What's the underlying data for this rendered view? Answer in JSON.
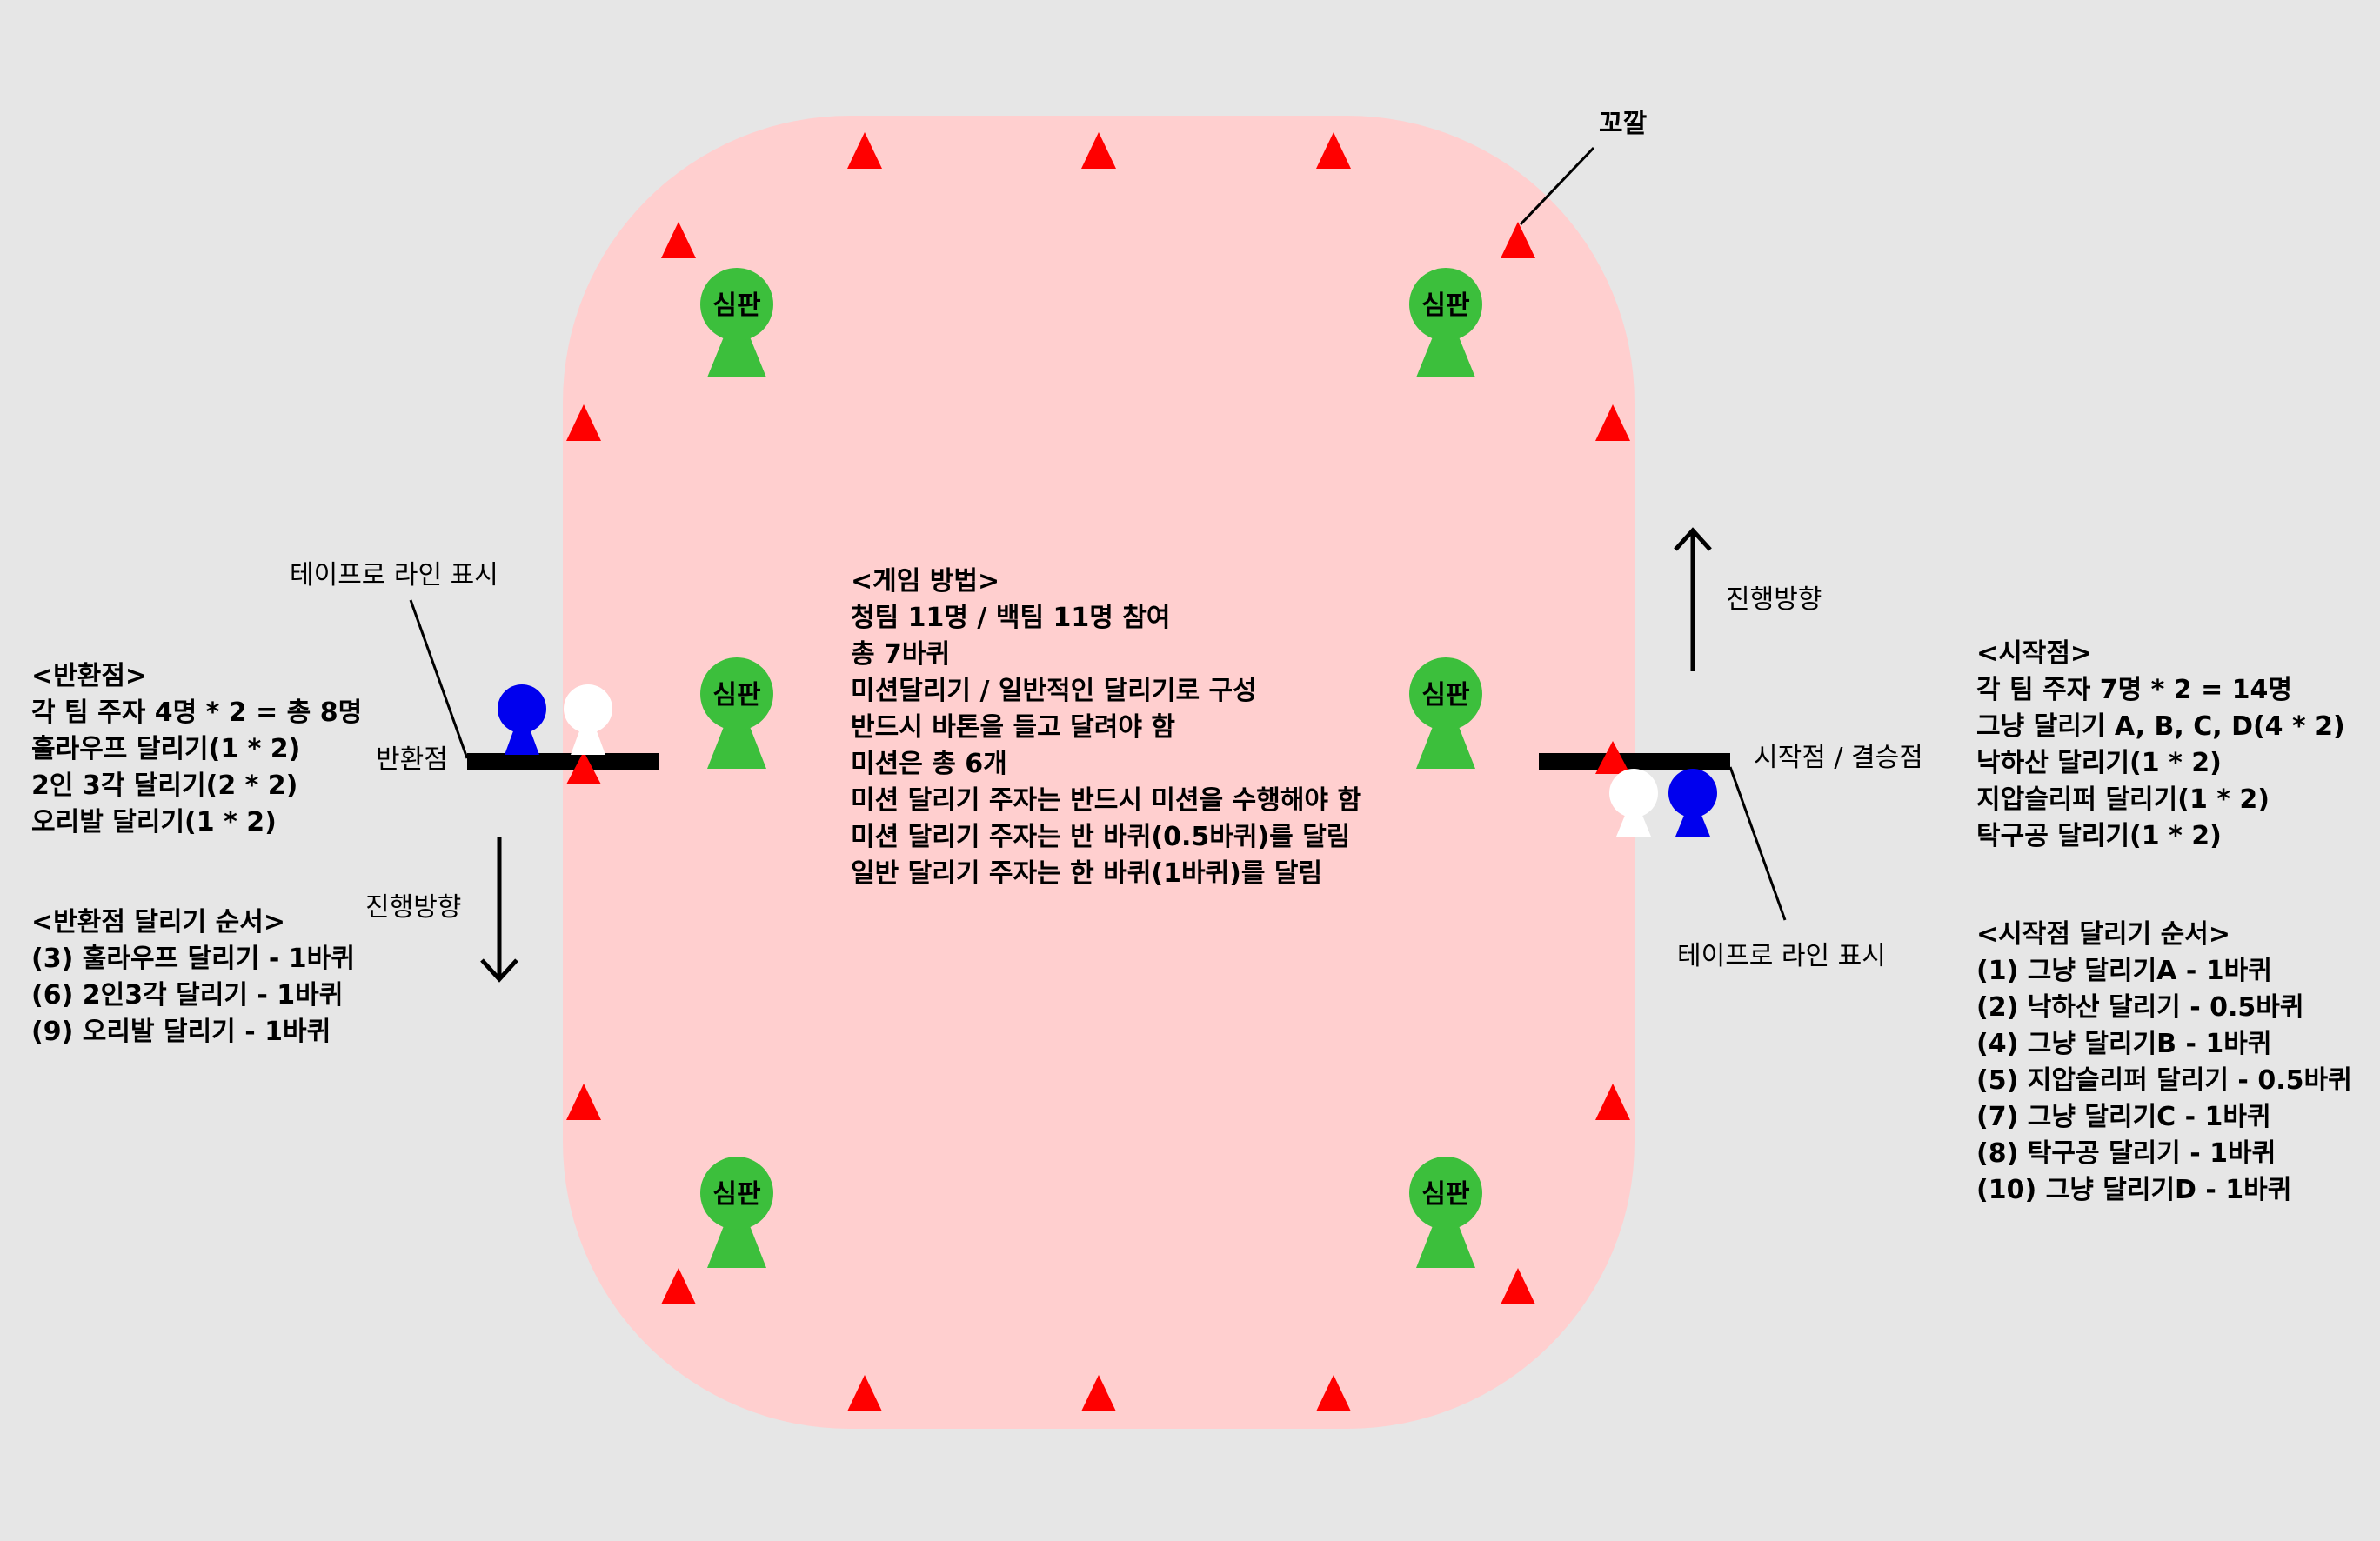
{
  "referee_label": "심판",
  "flag_label": "꼬깔",
  "tape_label_left": "테이프로 라인 표시",
  "tape_label_right": "테이프로 라인 표시",
  "direction_left": "진행방향",
  "direction_right": "진행방향",
  "return_point_label": "반환점",
  "start_finish_label": "시작점 / 결승점",
  "colors": {
    "field": "#ffcfcf",
    "cone": "#ff0000",
    "referee": "#3cbf3c",
    "blue_team": "#0000ee",
    "white_team": "#ffffff",
    "line": "#000000",
    "background": "#e6e6e6"
  },
  "icons": {
    "cone": "red-triangle-cone-icon",
    "referee": "green-person-icon",
    "runner": "person-marker-icon"
  },
  "game_rules": {
    "title": "<게임 방법>",
    "lines": [
      "청팀 11명 / 백팀 11명 참여",
      "총 7바퀴",
      "미션달리기 / 일반적인 달리기로 구성",
      "반드시 바톤을 들고 달려야 함",
      "미션은 총 6개",
      "미션 달리기 주자는 반드시 미션을 수행해야 함",
      "미션 달리기 주자는 반 바퀴(0.5바퀴)를 달림",
      "일반 달리기 주자는 한 바퀴(1바퀴)를 달림"
    ]
  },
  "return_point": {
    "title": "<반환점>",
    "lines": [
      "각 팀 주자 4명 * 2 = 총 8명",
      "훌라우프 달리기(1 * 2)",
      "2인 3각 달리기(2 * 2)",
      "오리발 달리기(1 * 2)"
    ]
  },
  "return_order": {
    "title": "<반환점 달리기 순서>",
    "lines": [
      "(3) 훌라우프 달리기 - 1바퀴",
      "(6) 2인3각 달리기 - 1바퀴",
      "(9) 오리발 달리기 - 1바퀴"
    ]
  },
  "start_point": {
    "title": "<시작점>",
    "lines": [
      "각 팀 주자 7명 * 2 = 14명",
      "그냥 달리기 A, B, C, D(4 * 2)",
      "낙하산 달리기(1 * 2)",
      "지압슬리퍼 달리기(1 * 2)",
      "탁구공 달리기(1 * 2)"
    ]
  },
  "start_order": {
    "title": "<시작점 달리기 순서>",
    "lines": [
      "(1) 그냥 달리기A - 1바퀴",
      "(2) 낙하산 달리기 - 0.5바퀴",
      "(4) 그냥 달리기B - 1바퀴",
      "(5) 지압슬리퍼 달리기 - 0.5바퀴",
      "(7) 그냥 달리기C - 1바퀴",
      "(8) 탁구공 달리기 - 1바퀴",
      "(10) 그냥 달리기D - 1바퀴"
    ]
  }
}
